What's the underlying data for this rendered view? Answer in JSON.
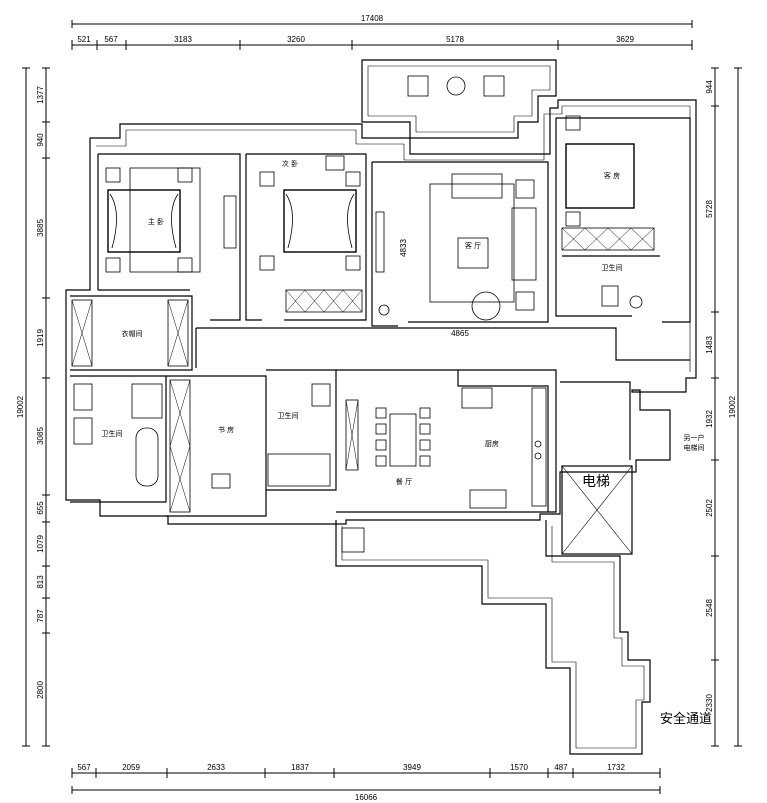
{
  "dimensions": {
    "top_total": "17408",
    "top_segments": [
      "521",
      "567",
      "3183",
      "3260",
      "5178",
      "3629"
    ],
    "bottom_total": "16066",
    "bottom_segments": [
      "567",
      "2059",
      "2633",
      "1837",
      "3949",
      "1570",
      "487",
      "1732"
    ],
    "left_total": "19002",
    "left_segments": [
      "1377",
      "940",
      "3885",
      "1919",
      "3085",
      "655",
      "1079",
      "813",
      "787",
      "2800"
    ],
    "right_total": "19002",
    "right_segments": [
      "944",
      "5728",
      "1483",
      "1932",
      "2502",
      "2548",
      "2330"
    ],
    "interior": {
      "living_height": "4833",
      "living_width": "4865"
    }
  },
  "rooms": {
    "master_bedroom": "主 卧",
    "second_bedroom": "次 卧",
    "living_room": "客 厅",
    "guest_room": "客 房",
    "guest_bath": "卫生间",
    "wardrobe": "衣帽间",
    "master_bath": "卫生间",
    "study": "书 房",
    "bath_2": "卫生间",
    "dining": "餐 厅",
    "kitchen": "厨房",
    "elevator": "电梯",
    "shaft_a": "另一户",
    "shaft_b": "电梯间",
    "safety_exit": "安全通道"
  }
}
